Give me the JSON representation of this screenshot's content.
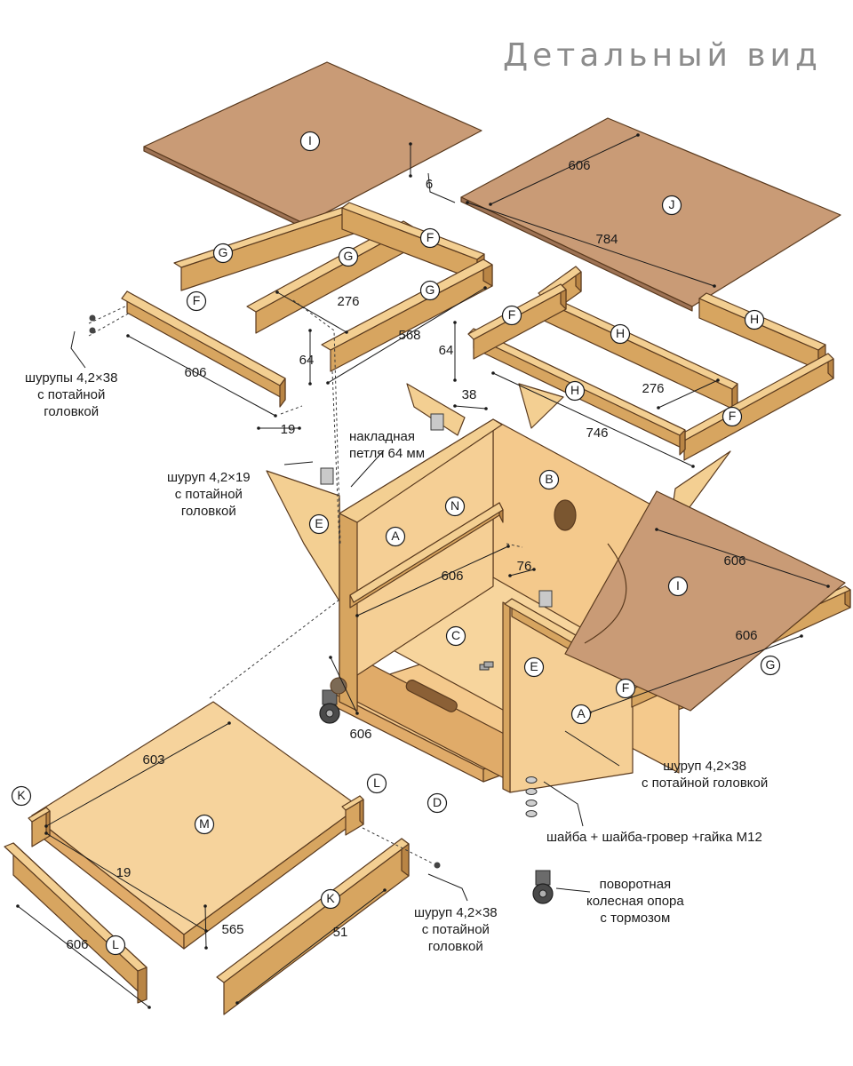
{
  "title": "Детальный вид",
  "colors": {
    "pine_face": "#f3cf92",
    "pine_edge": "#d7a560",
    "pine_dark": "#b98545",
    "mdf_face": "#c99b76",
    "mdf_edge": "#9d7254",
    "ply_face": "#f4c98c",
    "ply_shadow": "#e0ab69",
    "line": "#5a3a1e",
    "badge_fill": "#ffffff"
  },
  "badges": [
    "I",
    "J",
    "G",
    "G",
    "F",
    "G",
    "F",
    "F",
    "H",
    "H",
    "H",
    "F",
    "N",
    "B",
    "A",
    "E",
    "C",
    "I",
    "E",
    "G",
    "F",
    "A",
    "D",
    "K",
    "L",
    "M",
    "K",
    "L"
  ],
  "dimensions": [
    "6",
    "606",
    "784",
    "276",
    "568",
    "64",
    "606",
    "19",
    "64",
    "38",
    "276",
    "746",
    "606",
    "76",
    "606",
    "606",
    "606",
    "603",
    "19",
    "565",
    "606",
    "51"
  ],
  "notes": [
    {
      "id": "screws-38-top",
      "lines": [
        "шурупы 4,2×38",
        "с потайной",
        "головкой"
      ]
    },
    {
      "id": "hinge",
      "lines": [
        "накладная",
        "петля 64 мм"
      ]
    },
    {
      "id": "screw-19",
      "lines": [
        "шуруп 4,2×19",
        "с потайной",
        "головкой"
      ]
    },
    {
      "id": "screw-38-right",
      "lines": [
        "шуруп 4,2×38",
        "с потайной головкой"
      ]
    },
    {
      "id": "washer",
      "lines": [
        "шайба + шайба-гровер +гайка M12"
      ]
    },
    {
      "id": "caster",
      "lines": [
        "поворотная",
        "колесная опора",
        "с тормозом"
      ]
    },
    {
      "id": "screw-38-bottom",
      "lines": [
        "шуруп 4,2×38",
        "с потайной",
        "головкой"
      ]
    }
  ]
}
